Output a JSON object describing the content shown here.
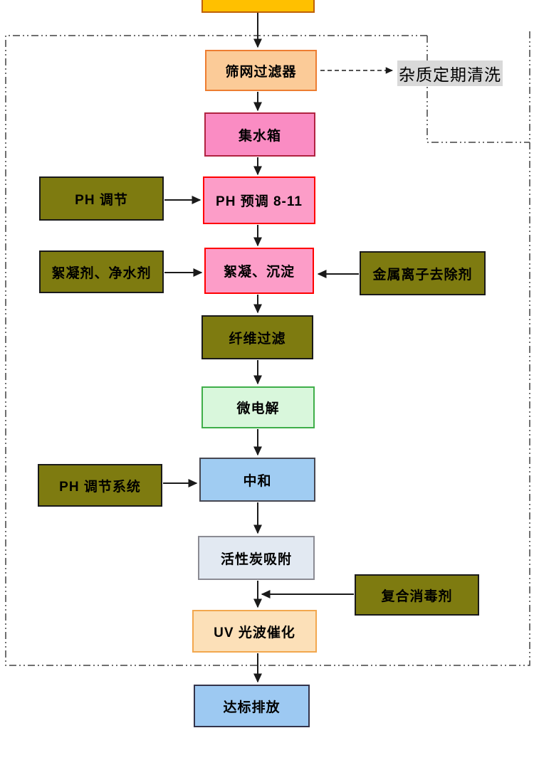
{
  "diagram": {
    "type": "flowchart",
    "nodes": [
      {
        "id": "source",
        "label": ""
      },
      {
        "id": "screen-filter",
        "label": "筛网过滤器"
      },
      {
        "id": "collect-tank",
        "label": "集水箱"
      },
      {
        "id": "ph-adjust",
        "label": "PH 调节"
      },
      {
        "id": "ph-precondition",
        "label": "PH 预调 8-11"
      },
      {
        "id": "flocculant-purifier",
        "label": "絮凝剂、净水剂"
      },
      {
        "id": "flocculation-sedimentation",
        "label": "絮凝、沉淀"
      },
      {
        "id": "metal-ion-remover",
        "label": "金属离子去除剂"
      },
      {
        "id": "fiber-filtration",
        "label": "纤维过滤"
      },
      {
        "id": "micro-electrolysis",
        "label": "微电解"
      },
      {
        "id": "ph-adjust-system",
        "label": "PH 调节系统"
      },
      {
        "id": "neutralization",
        "label": "中和"
      },
      {
        "id": "activated-carbon",
        "label": "活性炭吸附"
      },
      {
        "id": "compound-disinfectant",
        "label": "复合消毒剂"
      },
      {
        "id": "uv-catalysis",
        "label": "UV 光波催化"
      },
      {
        "id": "discharge",
        "label": "达标排放"
      }
    ],
    "note": {
      "label": "杂质定期清洗"
    },
    "edges": [
      {
        "from": "source",
        "to": "screen-filter",
        "style": "solid"
      },
      {
        "from": "screen-filter",
        "to": "impurity-cleaning-note",
        "style": "dashed"
      },
      {
        "from": "screen-filter",
        "to": "collect-tank",
        "style": "solid"
      },
      {
        "from": "collect-tank",
        "to": "ph-precondition",
        "style": "solid"
      },
      {
        "from": "ph-adjust",
        "to": "ph-precondition",
        "style": "solid"
      },
      {
        "from": "ph-precondition",
        "to": "flocculation-sedimentation",
        "style": "solid"
      },
      {
        "from": "flocculant-purifier",
        "to": "flocculation-sedimentation",
        "style": "solid"
      },
      {
        "from": "metal-ion-remover",
        "to": "flocculation-sedimentation",
        "style": "solid"
      },
      {
        "from": "flocculation-sedimentation",
        "to": "fiber-filtration",
        "style": "solid"
      },
      {
        "from": "fiber-filtration",
        "to": "micro-electrolysis",
        "style": "solid"
      },
      {
        "from": "micro-electrolysis",
        "to": "neutralization",
        "style": "solid"
      },
      {
        "from": "ph-adjust-system",
        "to": "neutralization",
        "style": "solid"
      },
      {
        "from": "neutralization",
        "to": "activated-carbon",
        "style": "solid"
      },
      {
        "from": "activated-carbon",
        "to": "uv-catalysis",
        "style": "solid"
      },
      {
        "from": "compound-disinfectant",
        "to": "uv-catalysis",
        "style": "solid"
      },
      {
        "from": "uv-catalysis",
        "to": "discharge",
        "style": "solid"
      }
    ],
    "palette": {
      "source_fill": "#FFC000",
      "source_border": "#BF6000",
      "screen_filter_fill": "#FBCB98",
      "screen_filter_border": "#ED7D31",
      "collect_tank_fill": "#FA8CC3",
      "collect_tank_border": "#B12341",
      "pink_fill": "#FC9DC8",
      "pink_border": "#FF0000",
      "olive_fill": "#7E7B10",
      "olive_border": "#1A1A1A",
      "green_fill": "#D9F7DC",
      "green_border": "#3FAE49",
      "blue_fill": "#A0CCF2",
      "blue_border": "#474751",
      "grayblue_fill": "#E2E9F2",
      "grayblue_border": "#8B8B93",
      "cream_fill": "#FCE0B8",
      "cream_border": "#F2A74E",
      "lightblue_fill": "#9DC9F2",
      "lightblue_border": "#33334A",
      "note_background": "#D9D9D9",
      "line_color": "#1A1A1A",
      "dashed_boundary_color": "#404040"
    }
  }
}
